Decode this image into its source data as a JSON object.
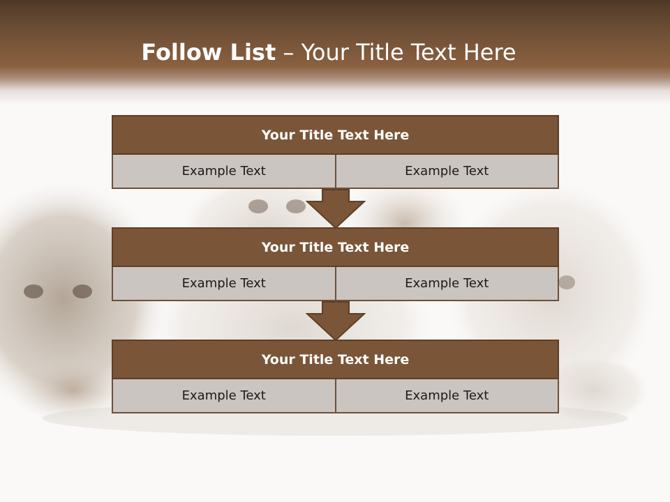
{
  "slide": {
    "title_bold": "Follow List",
    "title_rest": " – Your Title Text Here"
  },
  "blocks": [
    {
      "title": "Your Title Text Here",
      "left": "Example Text",
      "right": "Example Text"
    },
    {
      "title": "Your Title Text Here",
      "left": "Example Text",
      "right": "Example Text"
    },
    {
      "title": "Your Title Text Here",
      "left": "Example Text",
      "right": "Example Text"
    }
  ],
  "colors": {
    "header_brown": "#8a6040",
    "block_header": "#7a5538",
    "cell_fill": "#cbc5c1",
    "arrow": "#7a5538"
  }
}
